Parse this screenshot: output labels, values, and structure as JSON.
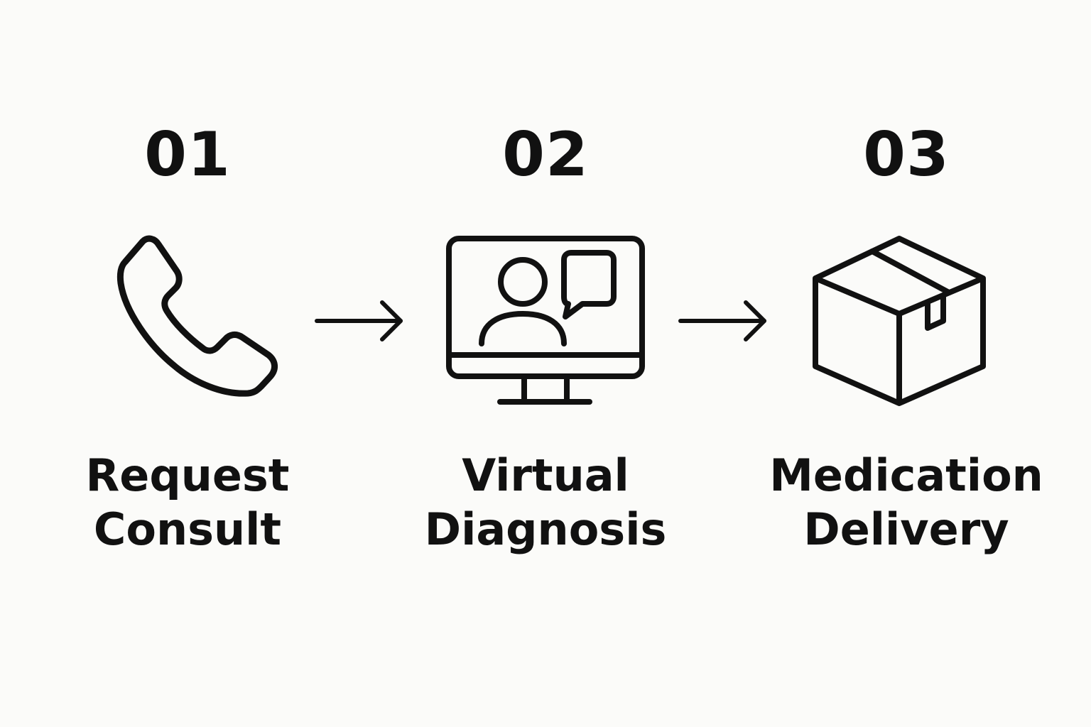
{
  "steps": [
    {
      "number": "01",
      "label_line1": "Request",
      "label_line2": "Consult",
      "icon": "phone-icon"
    },
    {
      "number": "02",
      "label_line1": "Virtual",
      "label_line2": "Diagnosis",
      "icon": "monitor-video-chat-icon"
    },
    {
      "number": "03",
      "label_line1": "Medication",
      "label_line2": "Delivery",
      "icon": "package-box-icon"
    }
  ],
  "connectors": [
    "arrow-right-icon",
    "arrow-right-icon"
  ],
  "colors": {
    "background": "#FBFBF9",
    "ink": "#111111"
  }
}
